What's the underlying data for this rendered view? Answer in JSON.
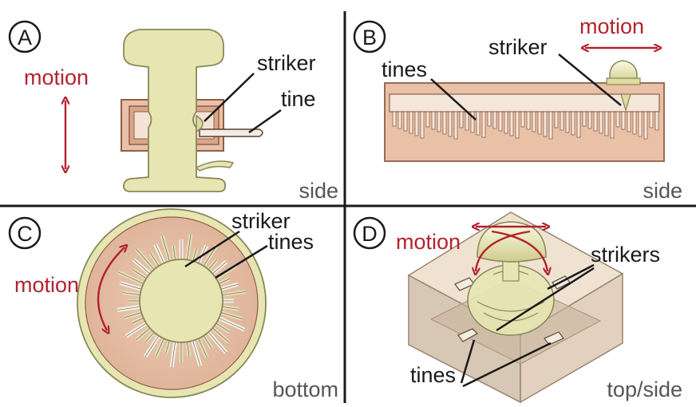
{
  "colors": {
    "accent_red": "#b3222e",
    "part_yellow": "#e7e6b3",
    "housing_pink": "#e8c1a6",
    "housing_outline": "#8f5e48"
  },
  "panels": [
    {
      "letter": "A",
      "view": "side",
      "labels": {
        "motion": "motion",
        "striker": "striker",
        "tine": "tine"
      }
    },
    {
      "letter": "B",
      "view": "side",
      "labels": {
        "motion": "motion",
        "striker": "striker",
        "tines": "tines"
      }
    },
    {
      "letter": "C",
      "view": "bottom",
      "labels": {
        "motion": "motion",
        "striker": "striker",
        "tines": "tines"
      }
    },
    {
      "letter": "D",
      "view": "top/side",
      "labels": {
        "motion": "motion",
        "strikers": "strikers",
        "tines": "tines"
      }
    }
  ]
}
